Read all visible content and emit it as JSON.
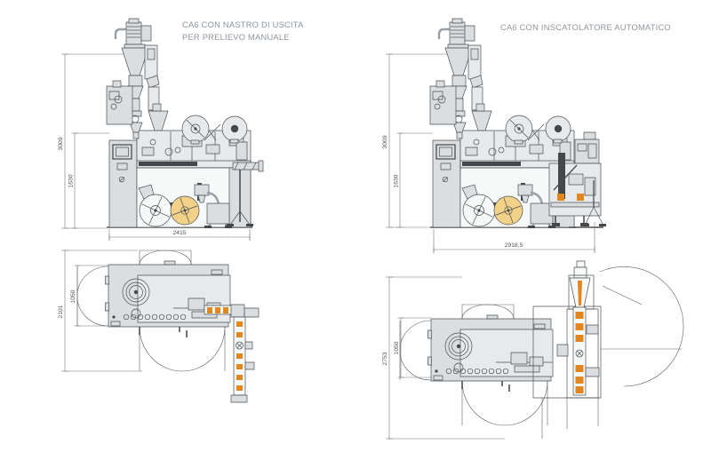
{
  "page": {
    "background": "#ffffff",
    "type": "technical-layout-drawing",
    "subject": "CA6 tea-bag packaging machine configurations"
  },
  "left": {
    "title1": "CA6 CON NASTRO DI USCITA",
    "title2": "PER PRELIEVO MANUALE",
    "dims": {
      "total_height": "3009",
      "body_height": "1630",
      "width": "2415",
      "plan_depth": "2101",
      "plan_door_depth": "1050"
    }
  },
  "right": {
    "title1": "CA6 CON INSCATOLATORE AUTOMATICO",
    "dims": {
      "total_height": "3009",
      "body_height": "1630",
      "width": "2918,5",
      "plan_depth": "2753",
      "plan_door_depth": "1050"
    }
  },
  "colors": {
    "bg": "#ffffff",
    "outline": "#4b5054",
    "dark": "#43484c",
    "fill_a": "#dbdee0",
    "fill_b": "#e7e9ea",
    "fill_light": "#f7f8f8",
    "yellow": "#f2d189",
    "orange": "#e4861f",
    "title_color": "#8d959c",
    "dim_color": "#4f5357"
  }
}
